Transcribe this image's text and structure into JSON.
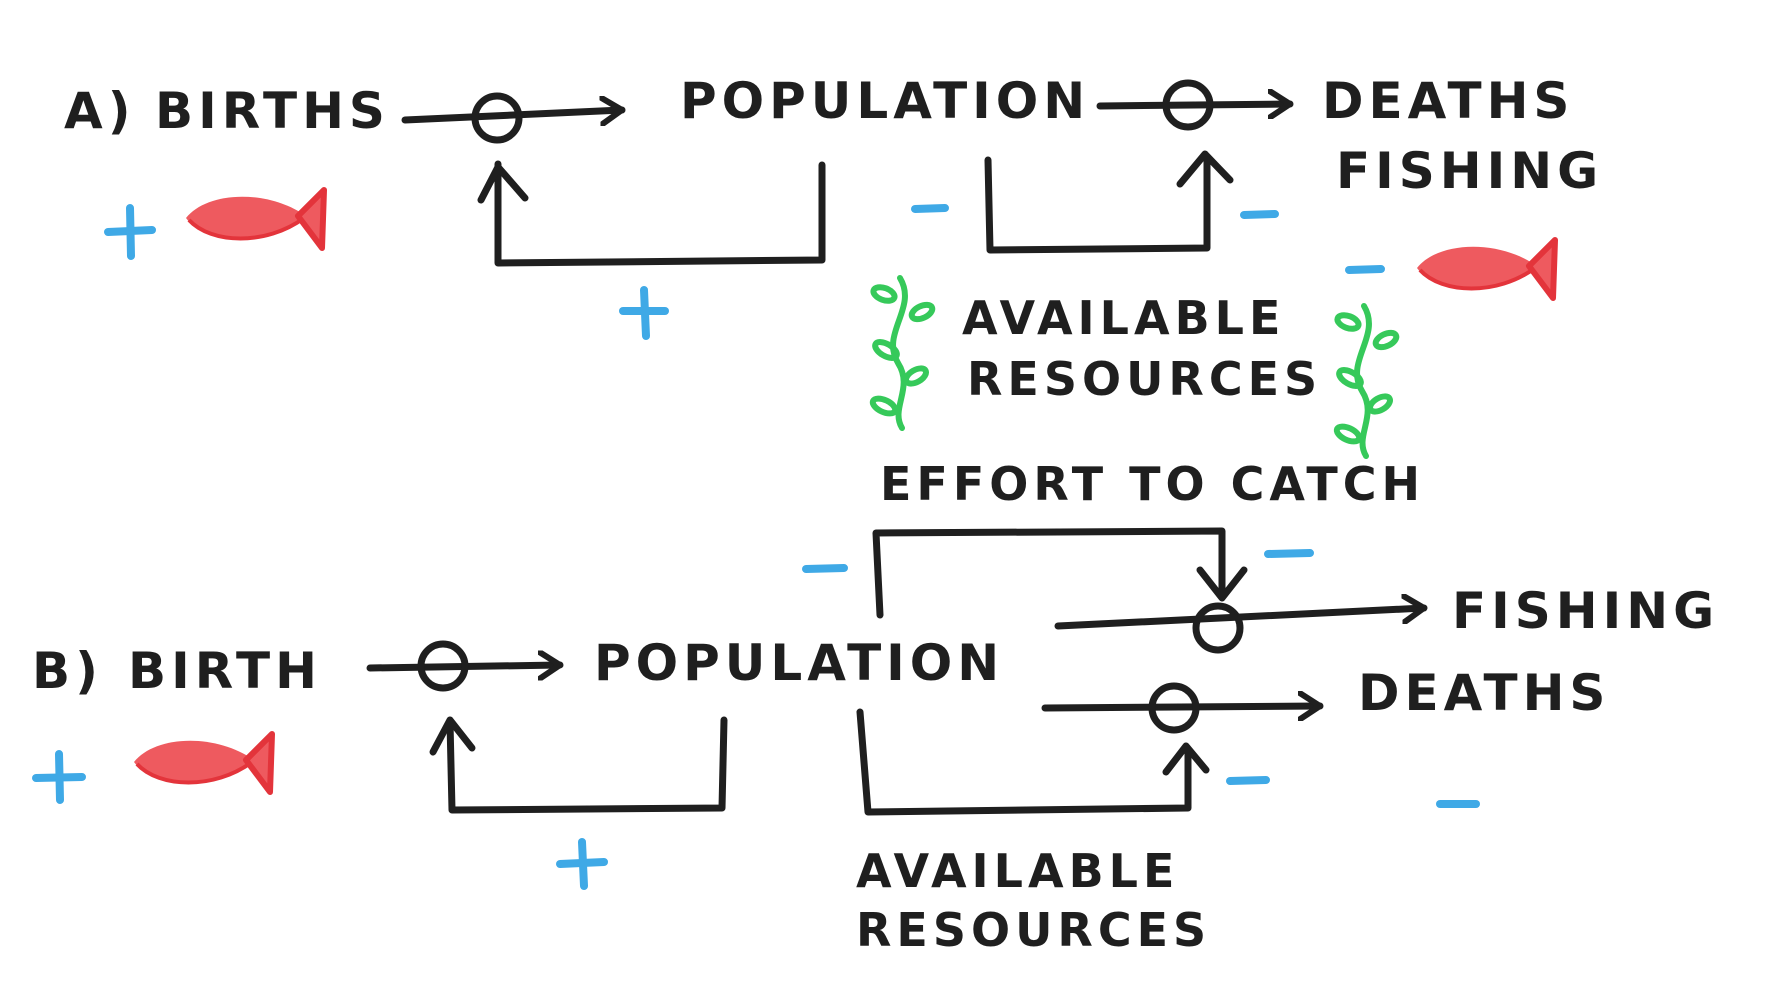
{
  "diagram_a": {
    "label": "A)",
    "births": "BIRTHS",
    "population": "POPULATION",
    "deaths": "DEATHS",
    "fishing": "FISHING",
    "resources_line1": "AVAILABLE",
    "resources_line2": "RESOURCES",
    "signs": [
      "+",
      "+",
      "−",
      "−",
      "−"
    ]
  },
  "diagram_b": {
    "label": "B)",
    "birth": "BIRTH",
    "population": "POPULATION",
    "effort": "EFFORT TO CATCH",
    "fishing": "FISHING",
    "deaths": "DEATHS",
    "resources_line1": "AVAILABLE",
    "resources_line2": "RESOURCES",
    "signs": [
      "+",
      "+",
      "−",
      "−",
      "−",
      "−"
    ]
  },
  "colors": {
    "ink": "#1f1f1f",
    "sign": "#3fa9e6",
    "fish": "#ee5a5f",
    "plant": "#36c95a"
  },
  "icons": [
    "fish-icon",
    "plant-icon"
  ]
}
